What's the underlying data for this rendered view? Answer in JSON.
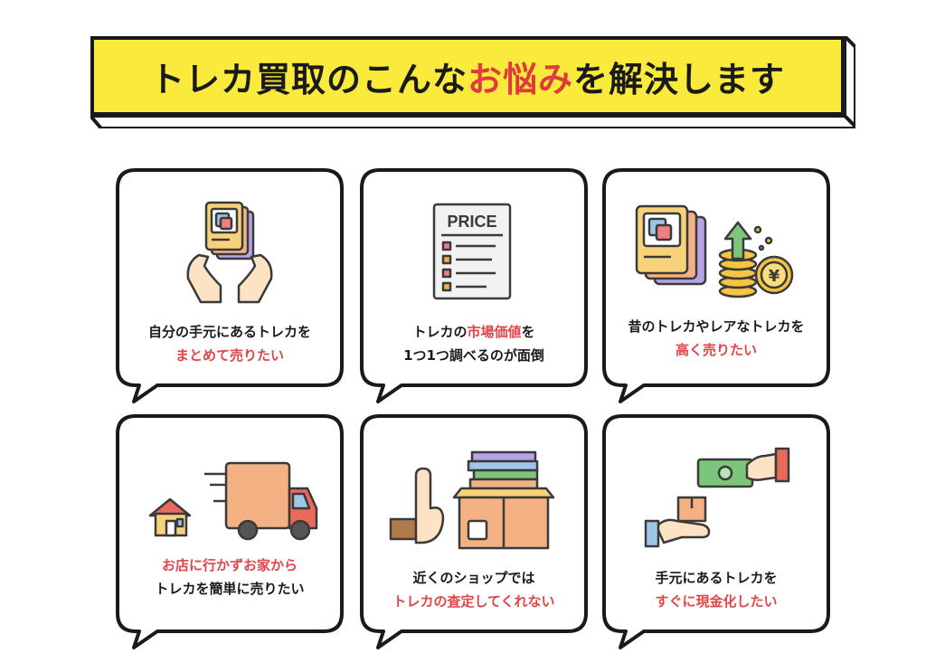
{
  "header": {
    "title_before": "トレカ買取のこんな",
    "title_highlight": "お悩み",
    "title_after": "を解決します"
  },
  "cards": [
    {
      "icon": "hands-holding-cards-icon",
      "line1": "自分の手元にあるトレカを",
      "line2": "まとめて売りたい"
    },
    {
      "icon": "price-list-icon",
      "line1_pre": "トレカの",
      "line1_hl": "市場価値",
      "line1_post": "を",
      "line2": "1つ1つ調べるのが面倒"
    },
    {
      "icon": "cards-and-yen-coins-icon",
      "line1": "昔のトレカやレアなトレカを",
      "line2": "高く売りたい"
    },
    {
      "icon": "house-and-delivery-truck-icon",
      "line1": "お店に行かずお家から",
      "line2": "トレカを簡単に売りたい"
    },
    {
      "icon": "refusing-hand-and-box-icon",
      "line1": "近くのショップでは",
      "line2": "トレカの査定してくれない"
    },
    {
      "icon": "cash-and-parcel-hands-icon",
      "line1": "手元にあるトレカを",
      "line2": "すぐに現金化したい"
    }
  ],
  "price_sign_text": "PRICE",
  "yen_symbol": "¥",
  "colors": {
    "banner": "#f9ea3b",
    "highlight": "#e03a3e",
    "caption_red": "#e0454a",
    "outline": "#1a1a1a"
  }
}
